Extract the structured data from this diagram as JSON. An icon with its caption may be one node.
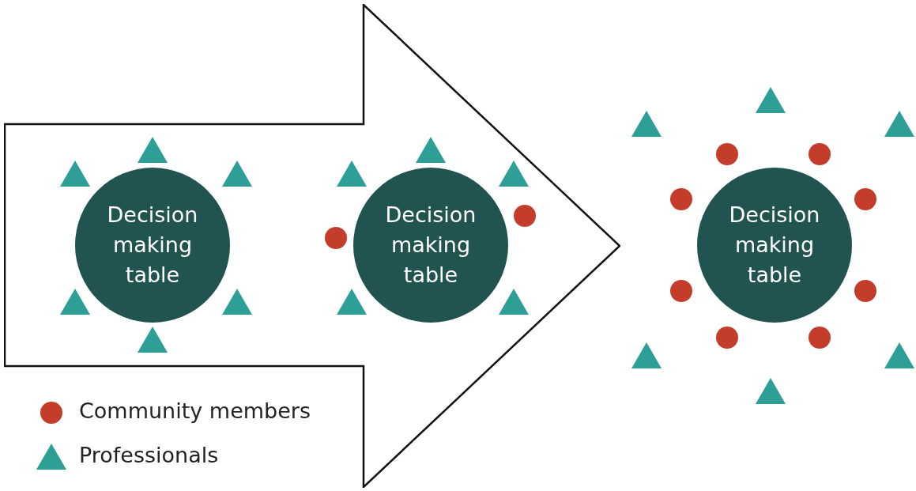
{
  "diagram": {
    "nodes": [
      {
        "text": [],
        "shape": "arrow"
      },
      {
        "text": [
          "Decision making table"
        ],
        "in": 0
      },
      {
        "text": [
          "Decision making table"
        ],
        "in": 0
      },
      {
        "text": [
          "Decision making table"
        ]
      }
    ],
    "legend": [
      {
        "text": "Community members",
        "color": "#c43d2a"
      },
      {
        "text": "Professionals",
        "color": "#2e9f97"
      }
    ]
  }
}
